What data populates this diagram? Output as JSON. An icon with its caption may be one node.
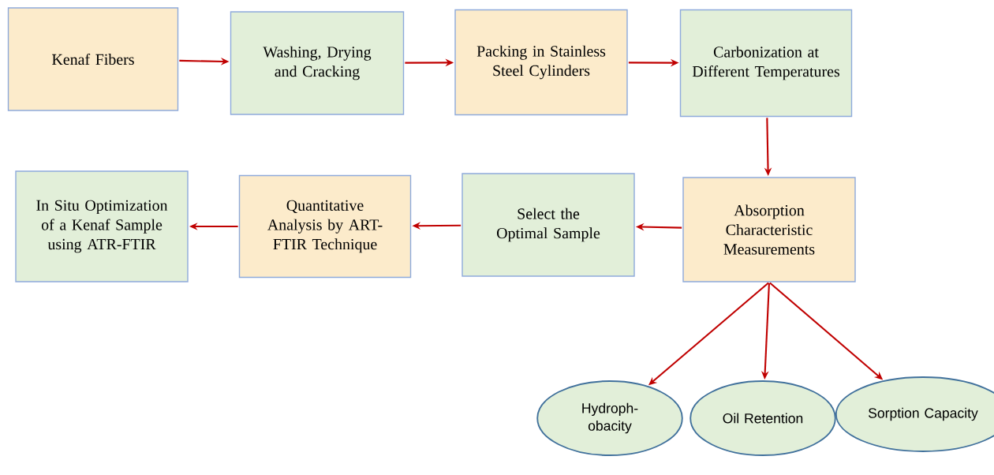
{
  "diagram": {
    "nodes": [
      {
        "text": [
          "Kenaf Fibers"
        ]
      },
      {
        "text": [
          "Washing, Drying and Cracking"
        ]
      },
      {
        "text": [
          "Packing in Stainless Steel Cylinders"
        ]
      },
      {
        "text": [
          "Carbonization at Different Temperatures"
        ]
      },
      {
        "text": [
          "Absorption Characteristic Measurements"
        ]
      },
      {
        "text": [
          "Select the Optimal Sample"
        ]
      },
      {
        "text": [
          "Quantitative Analysis by ART-FTIR Technique"
        ]
      },
      {
        "text": [
          "In Situ Optimization of a Kenaf Sample using ATR-FTIR"
        ]
      },
      {
        "text": [
          "Hydroph- obacity"
        ]
      },
      {
        "text": [
          "Oil Retention"
        ]
      },
      {
        "text": [
          "Sorption Capacity"
        ]
      }
    ],
    "edges": [
      {
        "from": 0,
        "to": 1,
        "arrow": "to"
      },
      {
        "from": 1,
        "to": 2,
        "arrow": "to"
      },
      {
        "from": 2,
        "to": 3,
        "arrow": "to"
      },
      {
        "from": 3,
        "to": 4,
        "arrow": "to"
      },
      {
        "from": 4,
        "to": 5,
        "arrow": "to"
      },
      {
        "from": 5,
        "to": 6,
        "arrow": "to"
      },
      {
        "from": 6,
        "to": 7,
        "arrow": "to"
      },
      {
        "from": 4,
        "to": 8,
        "arrow": "to"
      },
      {
        "from": 4,
        "to": 9,
        "arrow": "to"
      },
      {
        "from": 4,
        "to": 10,
        "arrow": "to"
      }
    ]
  }
}
